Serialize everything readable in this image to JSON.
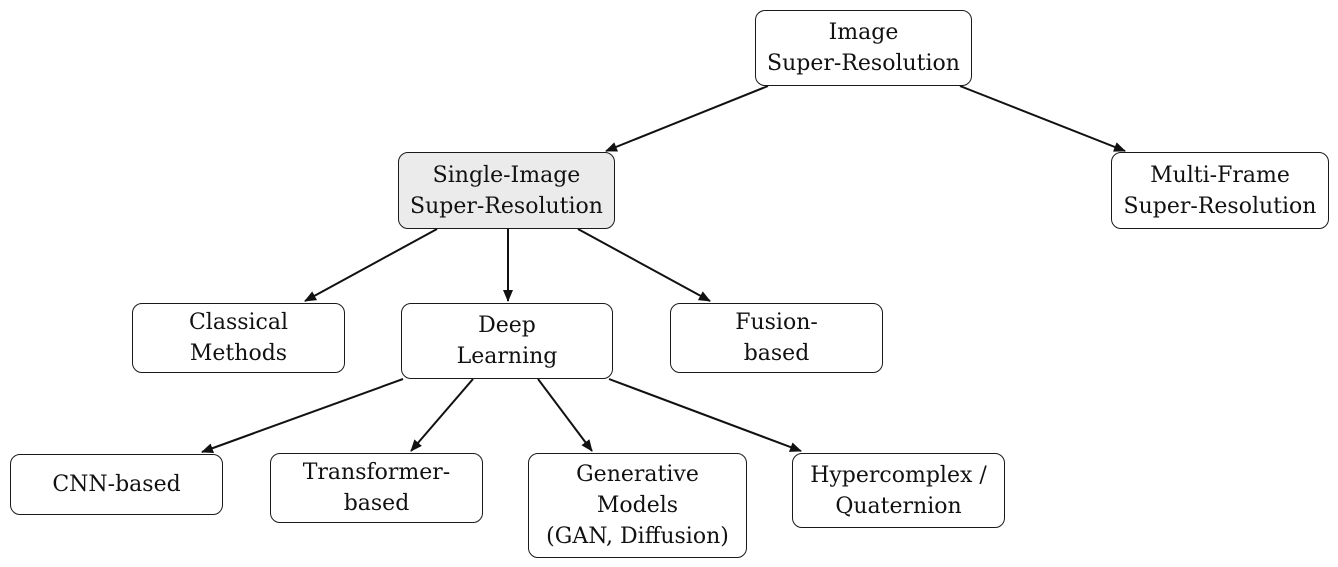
{
  "nodes": {
    "root": {
      "label": "Image\nSuper-Resolution"
    },
    "single": {
      "label": "Single-Image\nSuper-Resolution"
    },
    "multi": {
      "label": "Multi-Frame\nSuper-Resolution"
    },
    "classical": {
      "label": "Classical\nMethods"
    },
    "deep": {
      "label": "Deep\nLearning"
    },
    "fusion": {
      "label": "Fusion-\nbased"
    },
    "cnn": {
      "label": "CNN-based"
    },
    "transformer": {
      "label": "Transformer-\nbased"
    },
    "generative": {
      "label": "Generative\nModels\n(GAN, Diffusion)"
    },
    "hypercomplex": {
      "label": "Hypercomplex /\nQuaternion"
    }
  },
  "colors": {
    "highlight_fill": "#ebebeb",
    "stroke": "#1a1a1a"
  }
}
